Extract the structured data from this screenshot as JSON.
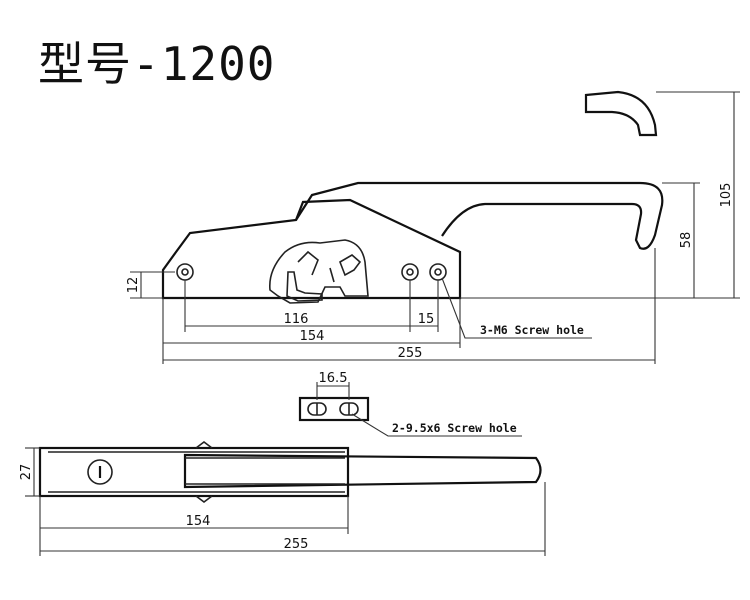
{
  "title": "型号-1200",
  "top_view": {
    "dims": {
      "d116": "116",
      "d15": "15",
      "d154": "154",
      "d255": "255",
      "d12": "12",
      "d58": "58",
      "d105": "105"
    },
    "screw_label": "3-M6 Screw hole"
  },
  "strike": {
    "dim": "16.5",
    "screw_label": "2-9.5x6 Screw hole"
  },
  "bottom_view": {
    "dims": {
      "d27": "27",
      "d154": "154",
      "d255": "255"
    }
  }
}
